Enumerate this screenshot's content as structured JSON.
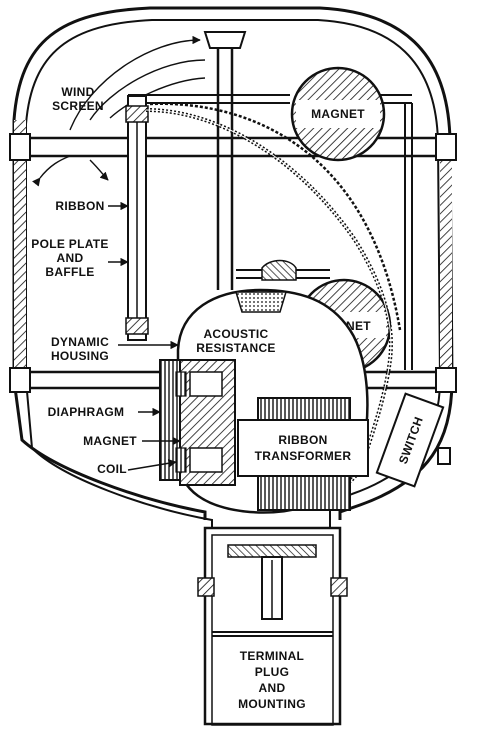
{
  "diagram": {
    "labels": {
      "wind_screen": [
        "WIND",
        "SCREEN"
      ],
      "magnet_top": "MAGNET",
      "ribbon": "RIBBON",
      "pole_plate": [
        "POLE PLATE",
        "AND",
        "BAFFLE"
      ],
      "magnet_mid": "MAGNET",
      "acoustic_resistance": [
        "ACOUSTIC",
        "RESISTANCE"
      ],
      "dynamic_housing": [
        "DYNAMIC",
        "HOUSING"
      ],
      "diaphragm": "DIAPHRAGM",
      "magnet_left": "MAGNET",
      "coil": "COIL",
      "ribbon_transformer": [
        "RIBBON",
        "TRANSFORMER"
      ],
      "switch": "SWITCH",
      "terminal": [
        "TERMINAL",
        "PLUG",
        "AND",
        "MOUNTING"
      ]
    },
    "colors": {
      "ink": "#111111",
      "paper": "#ffffff"
    }
  }
}
